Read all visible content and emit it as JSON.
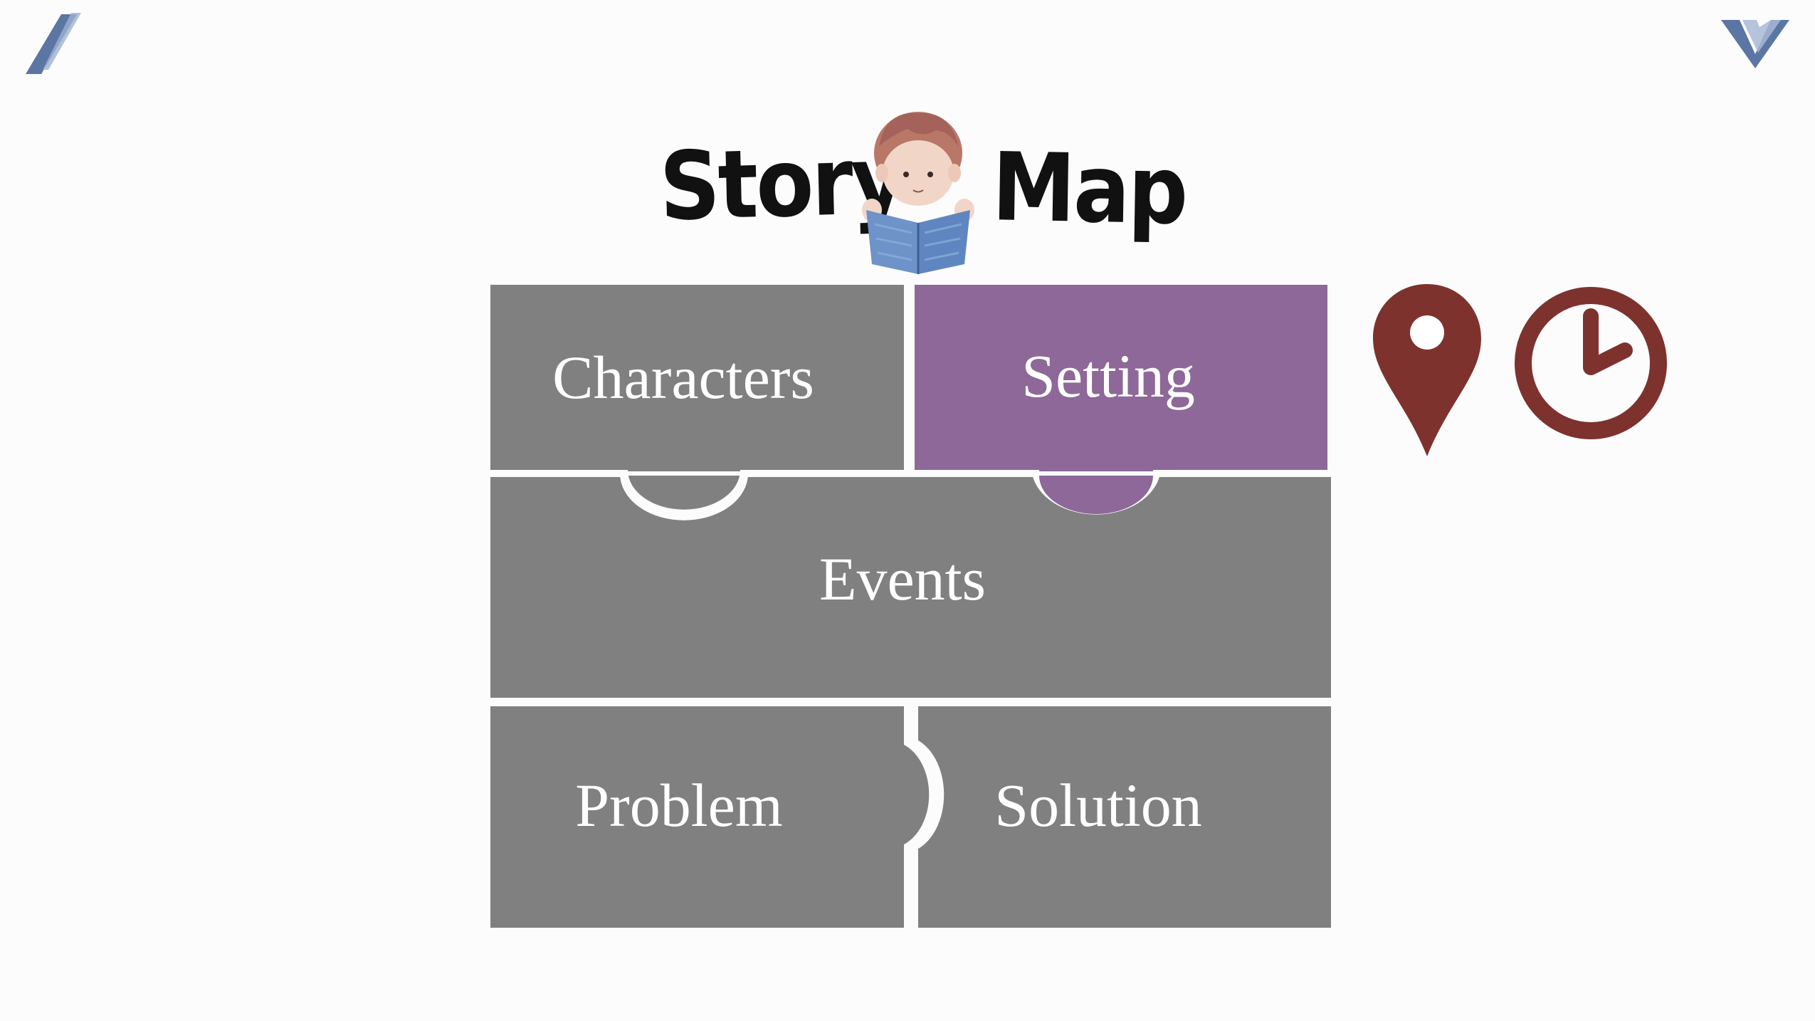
{
  "title": {
    "word_left": "Story",
    "word_right": "Map"
  },
  "pieces": {
    "characters": "Characters",
    "setting": "Setting",
    "events": "Events",
    "problem": "Problem",
    "solution": "Solution"
  },
  "colors": {
    "piece_gray": "#808080",
    "piece_purple": "#8d6899",
    "icon_red": "#7d322e",
    "background": "#fcfcfd",
    "corner_blue": "#5b76a3"
  },
  "icons": {
    "location": "map-pin-icon",
    "time": "clock-icon",
    "corner_left": "slash-corner-icon",
    "corner_right": "chevron-corner-icon"
  }
}
